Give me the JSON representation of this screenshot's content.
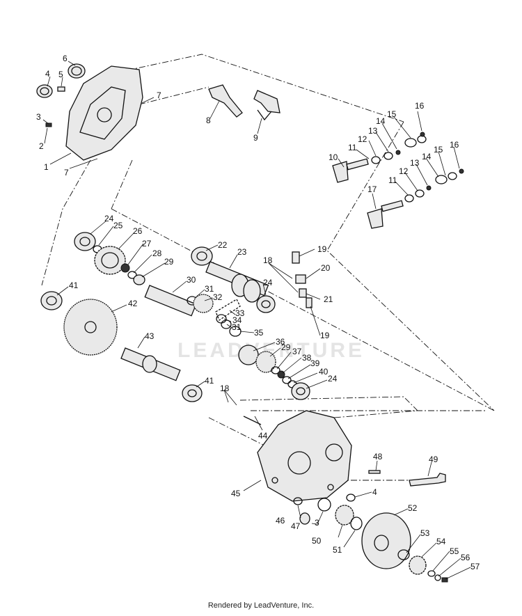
{
  "footer": "Rendered by LeadVenture, Inc.",
  "watermark": "LEADVENTURE",
  "callouts": [
    {
      "id": "c6",
      "label": "6"
    },
    {
      "id": "c4a",
      "label": "4"
    },
    {
      "id": "c5",
      "label": "5"
    },
    {
      "id": "c7a",
      "label": "7"
    },
    {
      "id": "c8",
      "label": "8"
    },
    {
      "id": "c9",
      "label": "9"
    },
    {
      "id": "c3a",
      "label": "3"
    },
    {
      "id": "c2",
      "label": "2"
    },
    {
      "id": "c1",
      "label": "1"
    },
    {
      "id": "c7b",
      "label": "7"
    },
    {
      "id": "c16a",
      "label": "16"
    },
    {
      "id": "c15a",
      "label": "15"
    },
    {
      "id": "c14a",
      "label": "14"
    },
    {
      "id": "c13a",
      "label": "13"
    },
    {
      "id": "c12a",
      "label": "12"
    },
    {
      "id": "c11a",
      "label": "11"
    },
    {
      "id": "c10",
      "label": "10"
    },
    {
      "id": "c16b",
      "label": "16"
    },
    {
      "id": "c15b",
      "label": "15"
    },
    {
      "id": "c14b",
      "label": "14"
    },
    {
      "id": "c13b",
      "label": "13"
    },
    {
      "id": "c12b",
      "label": "12"
    },
    {
      "id": "c11b",
      "label": "11"
    },
    {
      "id": "c17",
      "label": "17"
    },
    {
      "id": "c24a",
      "label": "24"
    },
    {
      "id": "c25",
      "label": "25"
    },
    {
      "id": "c26",
      "label": "26"
    },
    {
      "id": "c27",
      "label": "27"
    },
    {
      "id": "c28",
      "label": "28"
    },
    {
      "id": "c29a",
      "label": "29"
    },
    {
      "id": "c22",
      "label": "22"
    },
    {
      "id": "c23",
      "label": "23"
    },
    {
      "id": "c19a",
      "label": "19"
    },
    {
      "id": "c18a",
      "label": "18"
    },
    {
      "id": "c20",
      "label": "20"
    },
    {
      "id": "c24b",
      "label": "24"
    },
    {
      "id": "c21",
      "label": "21"
    },
    {
      "id": "c19b",
      "label": "19"
    },
    {
      "id": "c41a",
      "label": "41"
    },
    {
      "id": "c42",
      "label": "42"
    },
    {
      "id": "c30",
      "label": "30"
    },
    {
      "id": "c31a",
      "label": "31"
    },
    {
      "id": "c32",
      "label": "32"
    },
    {
      "id": "c33",
      "label": "33"
    },
    {
      "id": "c34",
      "label": "34"
    },
    {
      "id": "c31b",
      "label": "31"
    },
    {
      "id": "c35",
      "label": "35"
    },
    {
      "id": "c43",
      "label": "43"
    },
    {
      "id": "c36",
      "label": "36"
    },
    {
      "id": "c29b",
      "label": "29"
    },
    {
      "id": "c37",
      "label": "37"
    },
    {
      "id": "c38",
      "label": "38"
    },
    {
      "id": "c39",
      "label": "39"
    },
    {
      "id": "c40",
      "label": "40"
    },
    {
      "id": "c24c",
      "label": "24"
    },
    {
      "id": "c41b",
      "label": "41"
    },
    {
      "id": "c18b",
      "label": "18"
    },
    {
      "id": "c44",
      "label": "44"
    },
    {
      "id": "c48",
      "label": "48"
    },
    {
      "id": "c49",
      "label": "49"
    },
    {
      "id": "c45",
      "label": "45"
    },
    {
      "id": "c4b",
      "label": "4"
    },
    {
      "id": "c46",
      "label": "46"
    },
    {
      "id": "c47",
      "label": "47"
    },
    {
      "id": "c3b",
      "label": "3"
    },
    {
      "id": "c52",
      "label": "52"
    },
    {
      "id": "c50",
      "label": "50"
    },
    {
      "id": "c51",
      "label": "51"
    },
    {
      "id": "c53",
      "label": "53"
    },
    {
      "id": "c54",
      "label": "54"
    },
    {
      "id": "c55",
      "label": "55"
    },
    {
      "id": "c56",
      "label": "56"
    },
    {
      "id": "c57",
      "label": "57"
    }
  ]
}
